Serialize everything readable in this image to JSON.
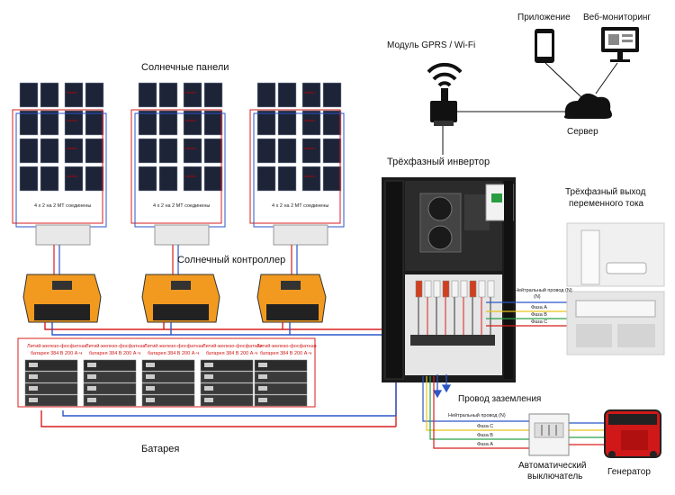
{
  "labels": {
    "solar_panels": "Солнечные панели",
    "solar_controller": "Солнечный контроллер",
    "battery": "Батарея",
    "gprs_module": "Модуль GPRS / Wi-Fi",
    "app": "Приложение",
    "web_monitoring": "Веб-мониторинг",
    "server": "Сервер",
    "inverter": "Трёхфазный инвертор",
    "ac_output_line1": "Трёхфазный выход",
    "ac_output_line2": "переменного тока",
    "ground_wire": "Провод заземления",
    "breaker_line1": "Автоматический",
    "breaker_line2": "выключатель",
    "generator": "Генератор"
  },
  "panel_array_note": "4 x 2 на 2 МТ соединены",
  "panel_brand": "sinobo",
  "battery_label_line1": "Литий-железо-фосфатная",
  "battery_label_line2": "батарея 384 В 200 А·ч",
  "output_wires": {
    "neutral": "Нейтральный провод (N)",
    "phase_a": "Фаза А",
    "phase_b": "Фаза В",
    "phase_c": "Фаза С"
  },
  "generator_wires": {
    "neutral": "Нейтральный провод (N)",
    "phase_c": "Фаза С",
    "phase_b": "Фаза В",
    "phase_a": "Фаза А"
  },
  "colors": {
    "controller_orange": "#f19a1f",
    "wire_red": "#d81e1e",
    "wire_blue": "#2a56c8",
    "wire_yellow": "#e8c41a",
    "wire_green": "#2aa048",
    "cabinet": "#1b1b1b"
  }
}
